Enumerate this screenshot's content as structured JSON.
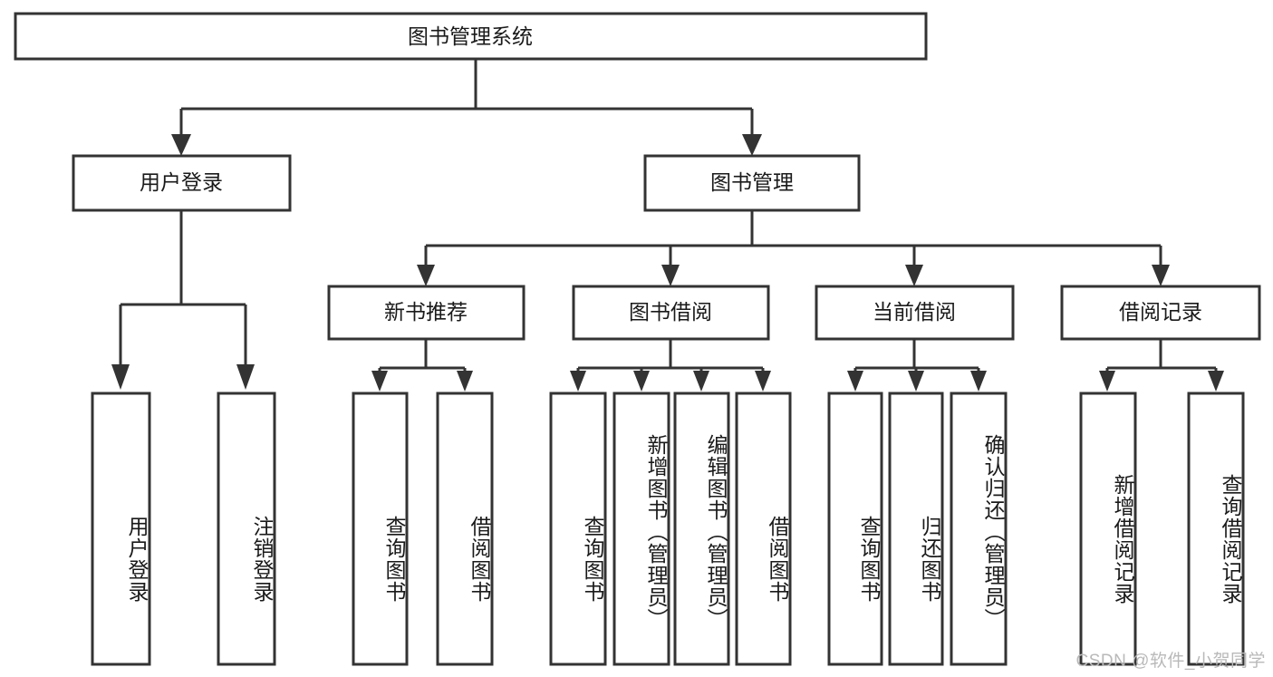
{
  "diagram": {
    "title": "图书管理系统",
    "type": "hierarchy-tree",
    "orientation": "top-down",
    "colors": {
      "box_stroke": "#333333",
      "box_fill": "#ffffff",
      "connector": "#333333",
      "text": "#1a1a1a",
      "watermark": "#b9b9b9",
      "background": "#ffffff"
    },
    "levels": [
      {
        "level": 1,
        "nodes": [
          {
            "id": "root",
            "label": "图书管理系统",
            "orientation": "horizontal"
          }
        ]
      },
      {
        "level": 2,
        "nodes": [
          {
            "id": "user-login",
            "label": "用户登录",
            "orientation": "horizontal",
            "parent": "root"
          },
          {
            "id": "book-manage",
            "label": "图书管理",
            "orientation": "horizontal",
            "parent": "root"
          }
        ]
      },
      {
        "level": 3,
        "nodes": [
          {
            "id": "new-book-rec",
            "label": "新书推荐",
            "orientation": "horizontal",
            "parent": "book-manage"
          },
          {
            "id": "book-borrow",
            "label": "图书借阅",
            "orientation": "horizontal",
            "parent": "book-manage"
          },
          {
            "id": "current-borrow",
            "label": "当前借阅",
            "orientation": "horizontal",
            "parent": "book-manage"
          },
          {
            "id": "borrow-record",
            "label": "借阅记录",
            "orientation": "horizontal",
            "parent": "book-manage"
          }
        ]
      },
      {
        "level": 4,
        "nodes": [
          {
            "id": "leaf-user-login",
            "label": "用户登录",
            "orientation": "vertical",
            "parent": "user-login"
          },
          {
            "id": "leaf-logout-login",
            "label": "注销登录",
            "orientation": "vertical",
            "parent": "user-login"
          },
          {
            "id": "leaf-query-book-1",
            "label": "查询图书",
            "orientation": "vertical",
            "parent": "new-book-rec"
          },
          {
            "id": "leaf-borrow-book-1",
            "label": "借阅图书",
            "orientation": "vertical",
            "parent": "new-book-rec"
          },
          {
            "id": "leaf-query-book-2",
            "label": "查询图书",
            "orientation": "vertical",
            "parent": "book-borrow"
          },
          {
            "id": "leaf-add-book",
            "label": "新增图书（管理员）",
            "orientation": "vertical",
            "parent": "book-borrow"
          },
          {
            "id": "leaf-edit-book",
            "label": "编辑图书（管理员）",
            "orientation": "vertical",
            "parent": "book-borrow"
          },
          {
            "id": "leaf-borrow-book-2",
            "label": "借阅图书",
            "orientation": "vertical",
            "parent": "book-borrow"
          },
          {
            "id": "leaf-query-book-3",
            "label": "查询图书",
            "orientation": "vertical",
            "parent": "current-borrow"
          },
          {
            "id": "leaf-return-book",
            "label": "归还图书",
            "orientation": "vertical",
            "parent": "current-borrow"
          },
          {
            "id": "leaf-confirm-return",
            "label": "确认归还（管理员）",
            "orientation": "vertical",
            "parent": "current-borrow"
          },
          {
            "id": "leaf-add-record",
            "label": "新增借阅记录",
            "orientation": "vertical",
            "parent": "borrow-record"
          },
          {
            "id": "leaf-query-record",
            "label": "查询借阅记录",
            "orientation": "vertical",
            "parent": "borrow-record"
          }
        ]
      }
    ],
    "watermark": "CSDN @软件_小贺同学"
  }
}
